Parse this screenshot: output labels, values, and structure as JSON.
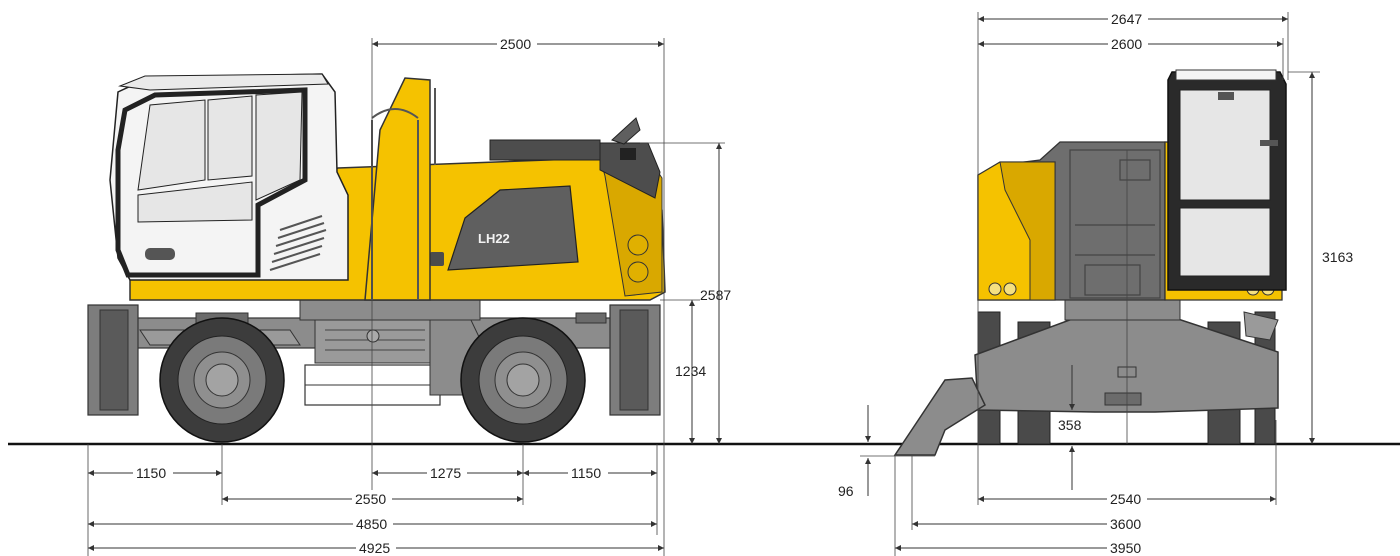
{
  "side_view": {
    "model_badge": "LH22",
    "dimensions": {
      "counterweight_radius": "2500",
      "height_to_top": "2587",
      "chassis_height": "1234",
      "front_overhang": "1150",
      "wheelbase": "2550",
      "rotation_center_to_axle": "1275",
      "rear_overhang": "1150",
      "length_4850": "4850",
      "length_4925": "4925"
    }
  },
  "rear_view": {
    "dimensions": {
      "width_2647": "2647",
      "width_2600": "2600",
      "cab_height": "3163",
      "ground_clearance": "358",
      "outrigger_clearance": "96",
      "width_2540": "2540",
      "outrigger_width_3600": "3600",
      "outrigger_width_3950": "3950"
    }
  },
  "colors": {
    "body_yellow": "#f5c200",
    "body_yellow_dark": "#d9a800",
    "chassis_grey": "#8c8c8c",
    "chassis_dark": "#5a5a5a",
    "cab_white": "#f4f4f4",
    "tyre": "#3c3c3c",
    "glass": "#e6e6e6"
  }
}
